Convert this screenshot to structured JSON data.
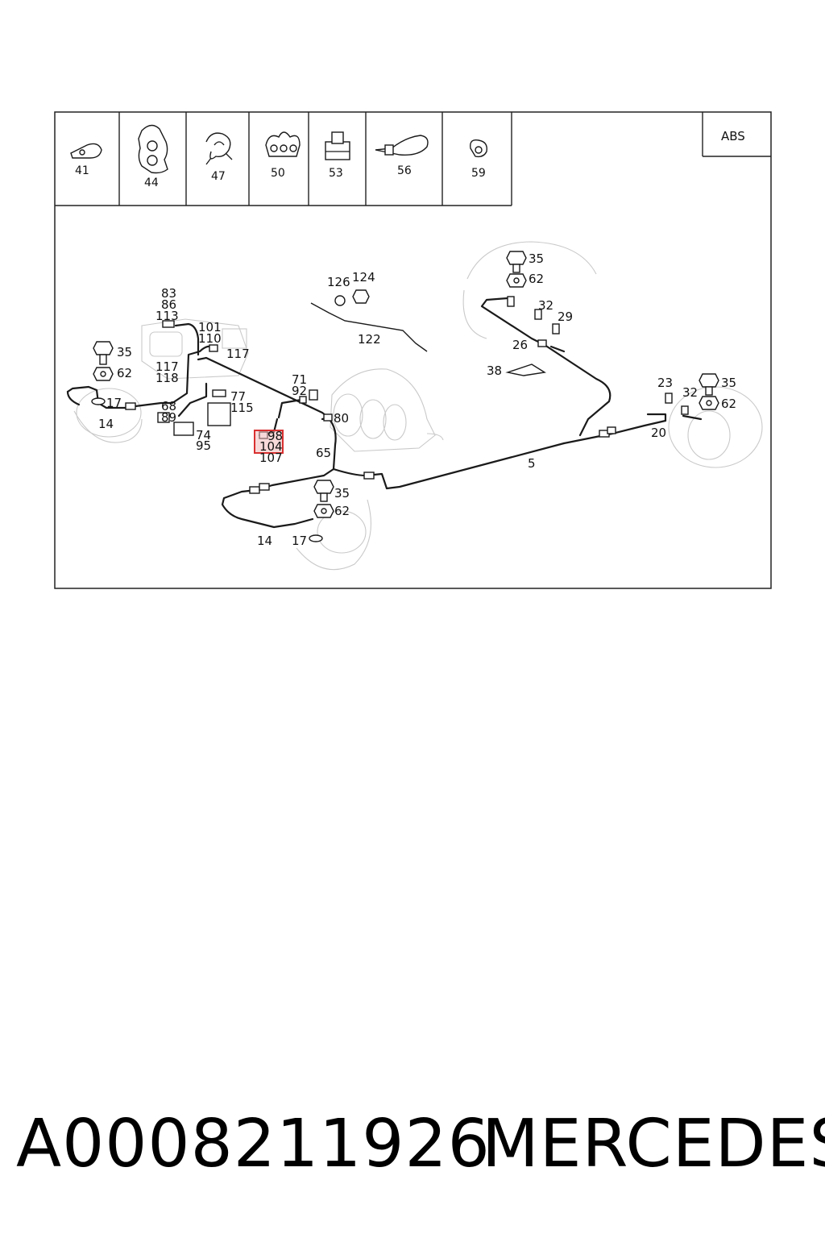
{
  "header": {
    "abs_label": "ABS"
  },
  "clip_legend": [
    {
      "number": "41",
      "icon": "p-clip-icon"
    },
    {
      "number": "44",
      "icon": "double-pipe-clip-icon"
    },
    {
      "number": "47",
      "icon": "spring-clip-icon"
    },
    {
      "number": "50",
      "icon": "multi-pipe-clip-icon"
    },
    {
      "number": "53",
      "icon": "bracket-clip-icon"
    },
    {
      "number": "56",
      "icon": "cable-tie-icon"
    },
    {
      "number": "59",
      "icon": "snap-clip-icon"
    }
  ],
  "callouts": {
    "c83": "83",
    "c86": "86",
    "c113": "113",
    "c101": "101",
    "c110": "110",
    "c117a": "117",
    "c35a": "35",
    "c62a": "62",
    "c117b": "117",
    "c118": "118",
    "c17a": "17",
    "c14a": "14",
    "c68": "68",
    "c89": "89",
    "c77": "77",
    "c115": "115",
    "c74": "74",
    "c95": "95",
    "c71": "71",
    "c92": "92",
    "c80": "80",
    "c98": "98",
    "c104": "104",
    "c107": "107",
    "c65": "65",
    "c126": "126",
    "c124": "124",
    "c122": "122",
    "c35b": "35",
    "c62b": "62",
    "c32a": "32",
    "c29": "29",
    "c26": "26",
    "c38": "38",
    "c23": "23",
    "c32b": "32",
    "c35c": "35",
    "c62c": "62",
    "c20": "20",
    "c5": "5",
    "c35d": "35",
    "c62d": "62",
    "c14b": "14",
    "c17b": "17"
  },
  "highlight": {
    "color": "#d93030",
    "target": "104"
  },
  "caption": {
    "part_number": "A0008211926",
    "brand": "MERCEDES"
  }
}
